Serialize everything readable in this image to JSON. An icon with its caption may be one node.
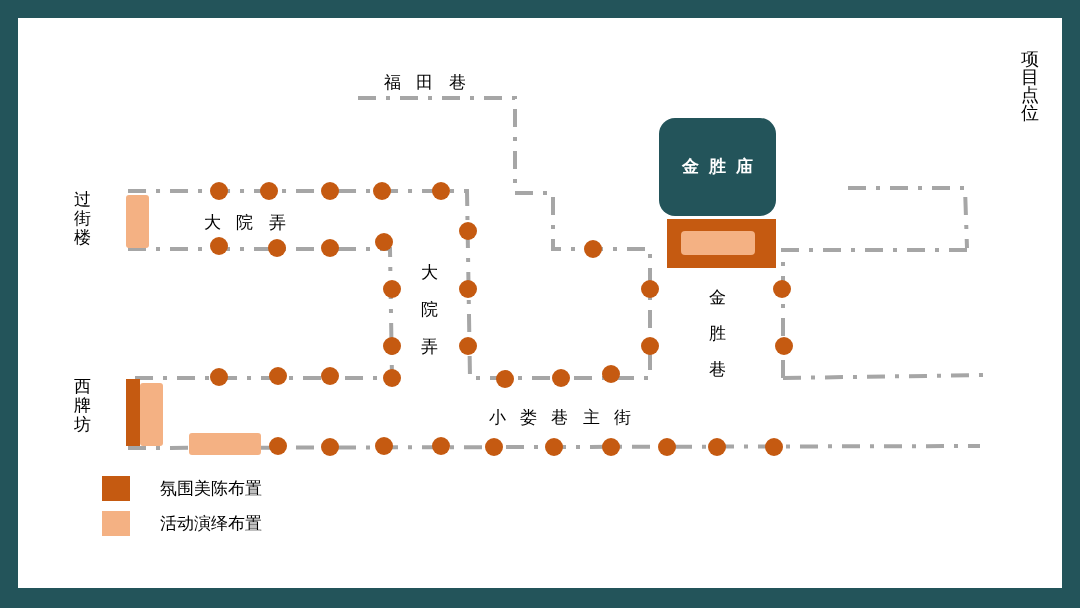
{
  "diagram": {
    "nodes": [
      {
        "text": [
          "金胜庙"
        ]
      }
    ],
    "edges": [],
    "labels": [
      "福田巷",
      "项目点位",
      "过街楼",
      "大院弄",
      "大院弄",
      "金胜巷",
      "西牌坊",
      "小娄巷主街"
    ],
    "legend": [
      {
        "text": "氛围美陈布置",
        "color": "#c55a11"
      },
      {
        "text": "活动演绎布置",
        "color": "#f4b183"
      }
    ]
  }
}
